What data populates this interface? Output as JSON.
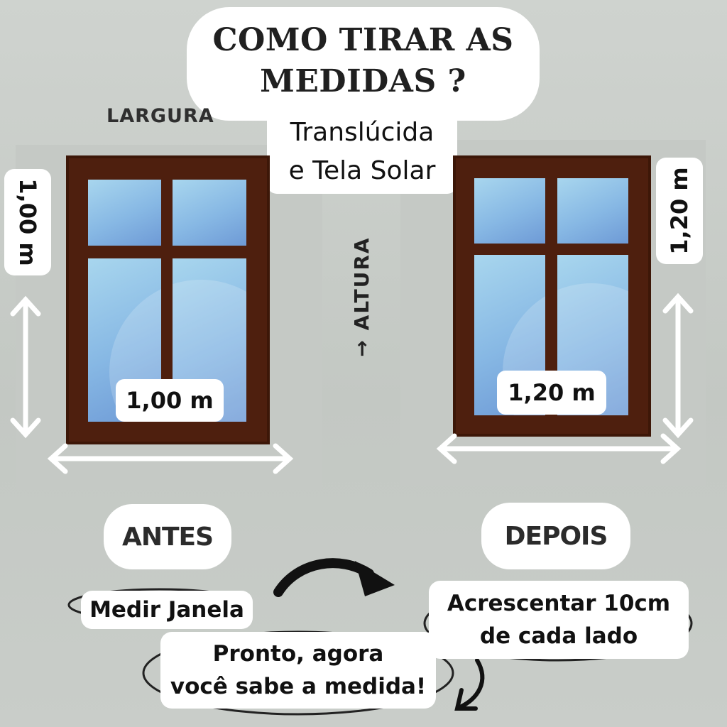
{
  "title": {
    "line1": "COMO TIRAR AS",
    "line2": "MEDIDAS ?"
  },
  "largura_label": "LARGURA",
  "altura_label": "→ ALTURA",
  "subtitle": {
    "line1": "Translúcida",
    "line2": "e Tela Solar"
  },
  "before_window": {
    "height_label": "1,00 m",
    "width_label": "1,00 m"
  },
  "after_window": {
    "height_label": "1,20 m",
    "width_label": "1,20 m"
  },
  "antes_label": "ANTES",
  "depois_label": "DEPOIS",
  "steps": {
    "measure": "Medir Janela",
    "add_line1": "Acrescentar 10cm",
    "add_line2": "de cada lado",
    "done_line1": "Pronto, agora",
    "done_line2": "você sabe a medida!"
  },
  "colors": {
    "frame": "#4e1f0e",
    "glass": "#87b8e4",
    "background": "#c8ccc8",
    "arrow": "#ffffff"
  }
}
